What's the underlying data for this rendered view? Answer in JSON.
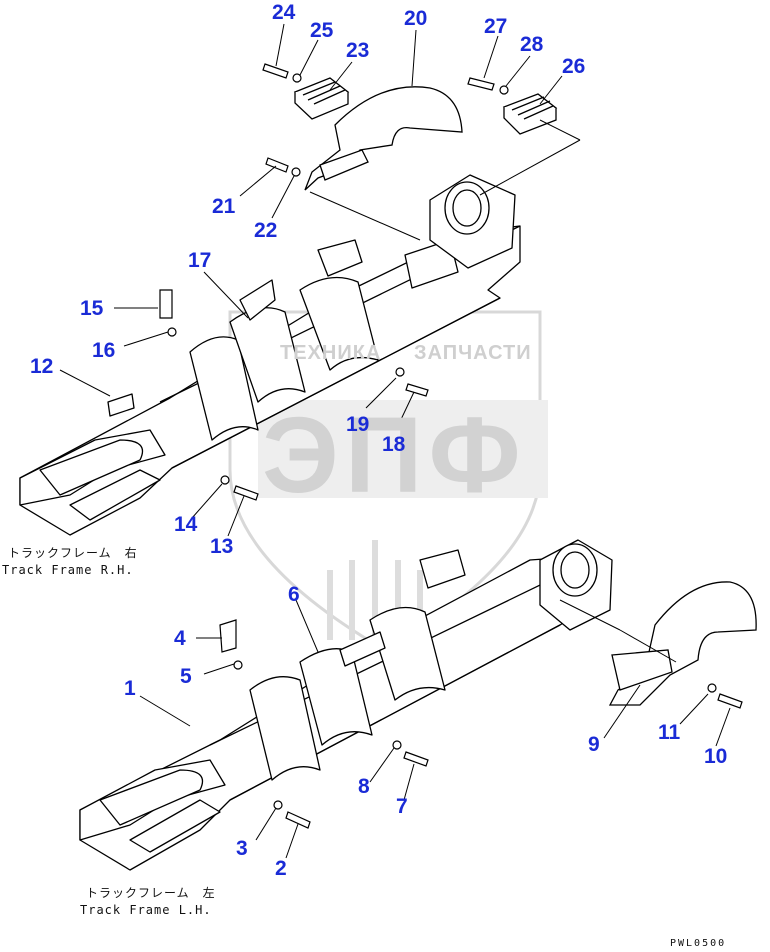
{
  "diagram": {
    "callouts": [
      "1",
      "2",
      "3",
      "4",
      "5",
      "6",
      "7",
      "8",
      "9",
      "10",
      "11",
      "12",
      "13",
      "14",
      "15",
      "16",
      "17",
      "18",
      "19",
      "20",
      "21",
      "22",
      "23",
      "24",
      "25",
      "26",
      "27",
      "28"
    ],
    "captions": {
      "rh_jp": "トラックフレーム　右",
      "rh_en": "Track Frame R.H.",
      "lh_jp": "トラックフレーム　左",
      "lh_en": "Track Frame L.H."
    },
    "drawing_code": "PWL0500",
    "watermark": {
      "left_word": "ТЕХНИКА",
      "right_word": "ЗАПЧАСТИ",
      "monogram": "ЭПФ"
    },
    "colors": {
      "callout": "#1a2bd6",
      "line": "#000000",
      "watermark": "#cfcfcf"
    }
  }
}
